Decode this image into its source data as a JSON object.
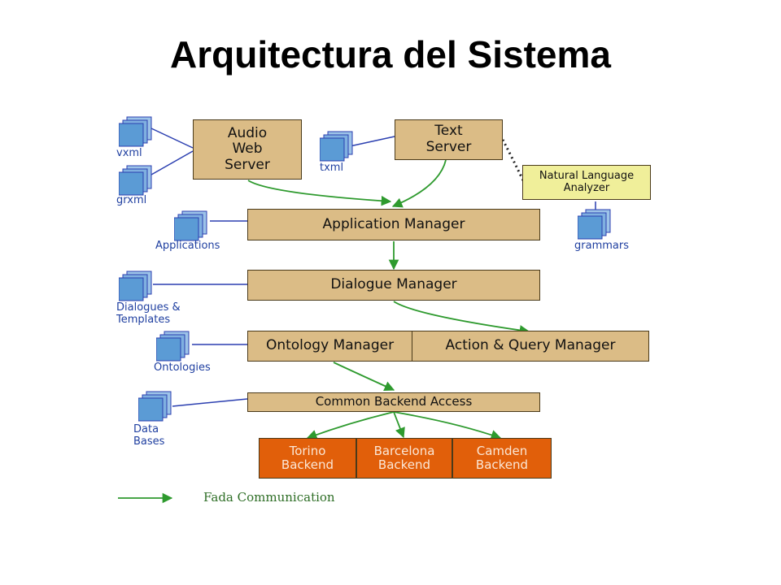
{
  "title": "Arquitectura del Sistema",
  "components": {
    "audio_web_server": "Audio\nWeb\nServer",
    "text_server": "Text\nServer",
    "nla": "Natural Language\nAnalyzer",
    "application_manager": "Application Manager",
    "dialogue_manager": "Dialogue Manager",
    "ontology_manager": "Ontology Manager",
    "action_query_manager": "Action & Query Manager",
    "common_backend_access": "Common Backend Access",
    "torino_backend": "Torino\nBackend",
    "barcelona_backend": "Barcelona\nBackend",
    "camden_backend": "Camden\nBackend"
  },
  "data_stores": {
    "vxml": "vxml",
    "grxml": "grxml",
    "txml": "txml",
    "applications": "Applications",
    "grammars": "grammars",
    "dialogues_templates": "Dialogues &\nTemplates",
    "ontologies": "Ontologies",
    "data_bases": "Data\nBases"
  },
  "legend": {
    "label": "Fada Communication"
  },
  "colors": {
    "component": "#dbbc86",
    "analyzer": "#f0ef9a",
    "backend": "#e15f0a",
    "flow_arrow": "#2e9a2e",
    "store_link": "#2b3fb0",
    "store_icon": "#5b9bd5"
  }
}
